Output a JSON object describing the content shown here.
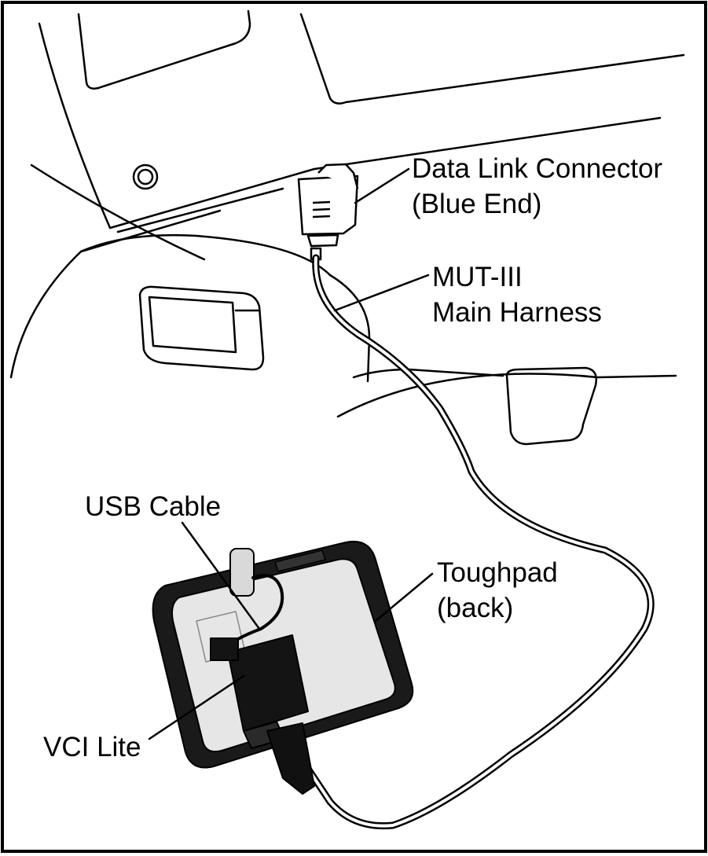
{
  "labels": {
    "data_link_connector": {
      "line1": "Data Link Connector",
      "line2": "(Blue End)"
    },
    "mut_main_harness": {
      "line1": "MUT-III",
      "line2": "Main Harness"
    },
    "usb_cable": {
      "line1": "USB Cable"
    },
    "toughpad": {
      "line1": "Toughpad",
      "line2": "(back)"
    },
    "vci_lite": {
      "line1": "VCI Lite"
    }
  },
  "colors": {
    "ink": "#000000",
    "paper": "#ffffff",
    "device_dark": "#1a1a1a",
    "device_light": "#e6e6e6"
  }
}
